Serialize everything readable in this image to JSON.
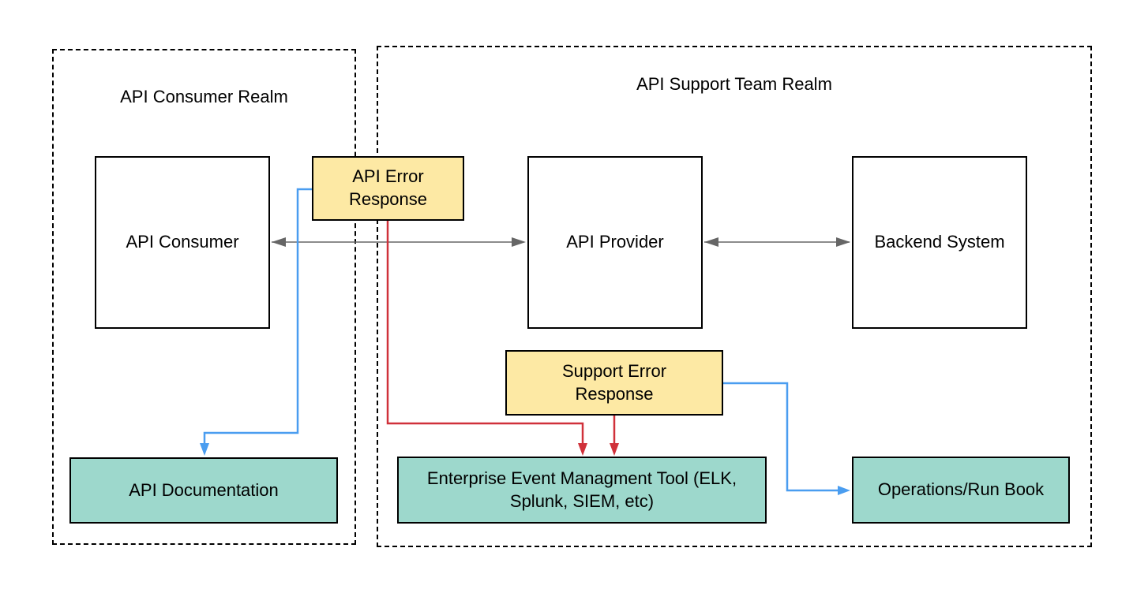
{
  "colors": {
    "message_fill": "#fde9a4",
    "target_fill": "#9dd8cc",
    "system_fill": "#ffffff",
    "bidirectional_link": "#666666",
    "documentation_flow": "#4a9df0",
    "event_flow": "#d0313a"
  },
  "realms": {
    "consumer": {
      "title": "API Consumer Realm"
    },
    "support": {
      "title": "API Support Team Realm"
    }
  },
  "nodes": {
    "api_consumer": {
      "label": "API Consumer"
    },
    "api_error_response": {
      "label": "API Error\nResponse"
    },
    "api_provider": {
      "label": "API Provider"
    },
    "backend_system": {
      "label": "Backend System"
    },
    "support_error_response": {
      "label": "Support Error\nResponse"
    },
    "api_documentation": {
      "label": "API Documentation"
    },
    "event_management_tool": {
      "label": "Enterprise Event Managment Tool (ELK,\nSplunk, SIEM, etc)"
    },
    "operations_run_book": {
      "label": "Operations/Run Book"
    }
  },
  "edges": [
    {
      "from": "API Consumer",
      "to": "API Provider",
      "direction": "both",
      "color": "#666666"
    },
    {
      "from": "API Provider",
      "to": "Backend System",
      "direction": "both",
      "color": "#666666"
    },
    {
      "from": "API Error Response",
      "to": "API Documentation",
      "direction": "forward",
      "color": "#4a9df0"
    },
    {
      "from": "API Error Response",
      "to": "Enterprise Event Managment Tool (ELK, Splunk, SIEM, etc)",
      "direction": "forward",
      "color": "#d0313a"
    },
    {
      "from": "Support Error Response",
      "to": "Enterprise Event Managment Tool (ELK, Splunk, SIEM, etc)",
      "direction": "forward",
      "color": "#d0313a"
    },
    {
      "from": "Support Error Response",
      "to": "Operations/Run Book",
      "direction": "forward",
      "color": "#4a9df0"
    }
  ]
}
